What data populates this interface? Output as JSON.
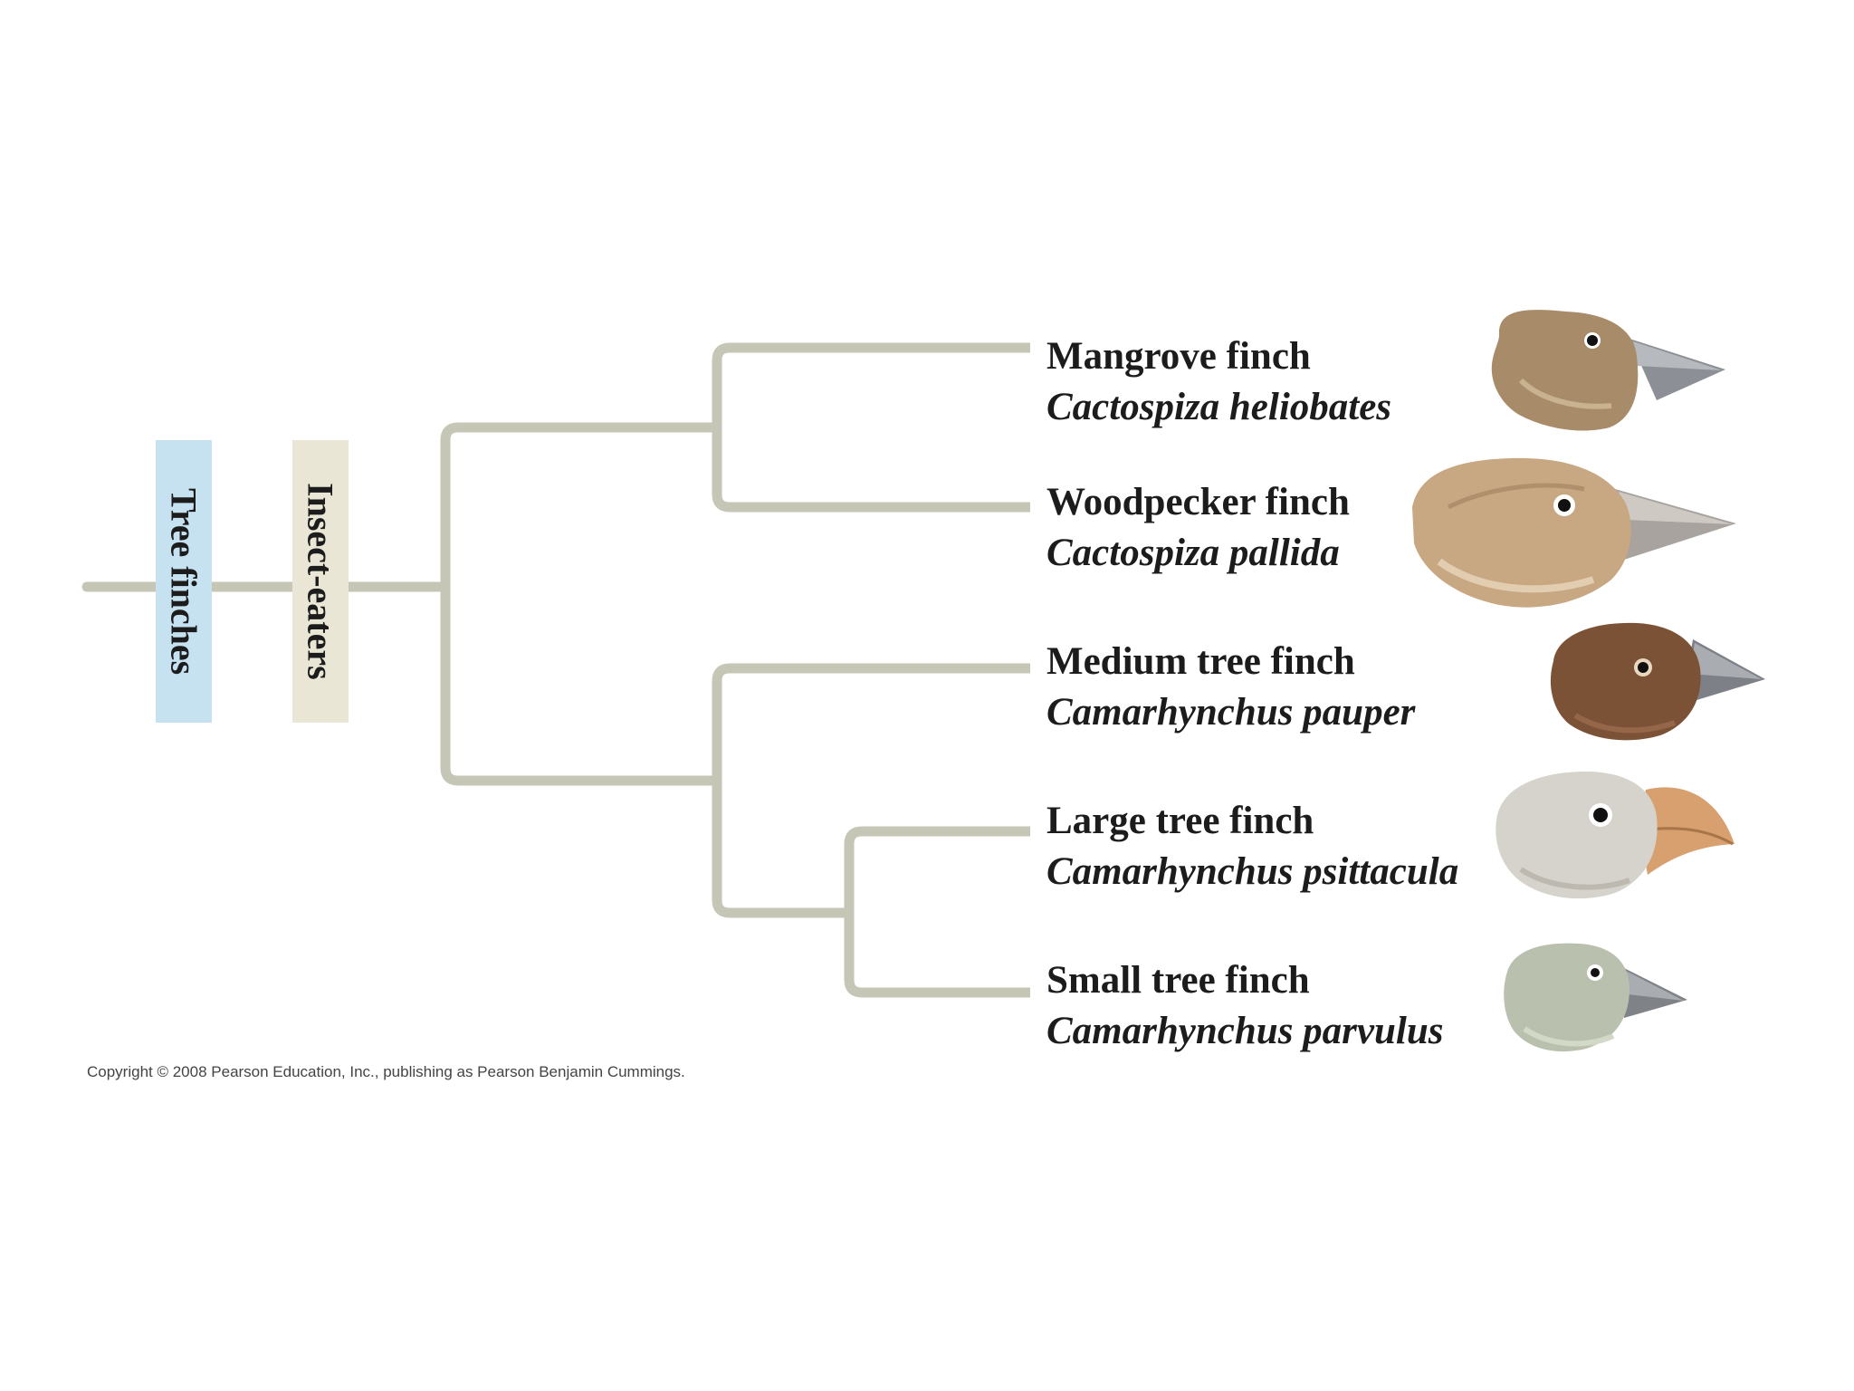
{
  "clades": {
    "tree_finches": "Tree finches",
    "insect_eaters": "Insect-eaters"
  },
  "taxa": [
    {
      "common": "Mangrove finch",
      "scientific": "Cactospiza heliobates"
    },
    {
      "common": "Woodpecker finch",
      "scientific": "Cactospiza pallida"
    },
    {
      "common": "Medium tree finch",
      "scientific": "Camarhynchus pauper"
    },
    {
      "common": "Large tree finch",
      "scientific": "Camarhynchus psittacula"
    },
    {
      "common": "Small tree finch",
      "scientific": "Camarhynchus parvulus"
    }
  ],
  "copyright": "Copyright © 2008 Pearson Education, Inc., publishing as Pearson Benjamin Cummings.",
  "colors": {
    "branch": "#c5c6b6",
    "tree_finches_bar": "#c6e2f1",
    "insect_eaters_bar": "#eae6d6"
  },
  "illustrations": [
    "mangrove-finch-head",
    "woodpecker-finch-head",
    "medium-tree-finch-head",
    "large-tree-finch-head",
    "small-tree-finch-head"
  ]
}
